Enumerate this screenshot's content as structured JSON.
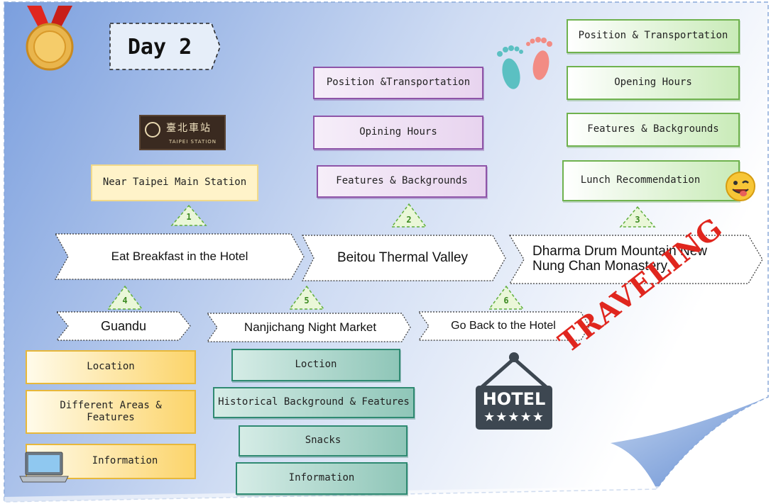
{
  "title": "Day 2",
  "watermark": "TRAVELING",
  "hotel_sign": {
    "word": "HOTEL",
    "stars": "★★★★★"
  },
  "station_sign": {
    "chinese": "臺北車站",
    "english": "TAIPEI STATION"
  },
  "near_station": "Near Taipei Main Station",
  "steps": [
    {
      "num": "1",
      "label": "Eat Breakfast in the Hotel"
    },
    {
      "num": "2",
      "label": "Beitou Thermal Valley"
    },
    {
      "num": "3",
      "label": "Dharma Drum Mountain New\nNung Chan Monastery"
    },
    {
      "num": "4",
      "label": "Guandu"
    },
    {
      "num": "5",
      "label": "Nanjichang Night Market"
    },
    {
      "num": "6",
      "label": "Go Back to the Hotel"
    }
  ],
  "beitou_details": [
    "Position &Transportation",
    "Opining Hours",
    "Features & Backgrounds"
  ],
  "dharma_details": [
    "Position & Transportation",
    "Opening Hours",
    "Features & Backgrounds",
    "Lunch Recommendation"
  ],
  "guandu_details": [
    "Location",
    "Different Areas &\nFeatures",
    "Information"
  ],
  "nanjichang_details": [
    "Loction",
    "Historical Background & Features",
    "Snacks",
    "Information"
  ],
  "colors": {
    "purple": "#8e54a8",
    "green": "#6fb24e",
    "yellow": "#fcd46a",
    "teal": "#2f8a72",
    "red": "#e0261e"
  }
}
